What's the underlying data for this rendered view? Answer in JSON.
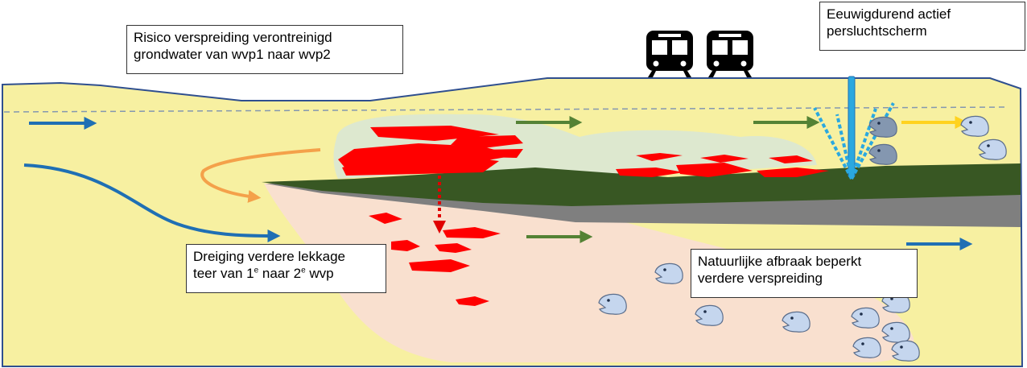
{
  "callouts": {
    "risk": {
      "line1": "Risico  verspreiding  verontreinigd",
      "line2": "grondwater van  wvp1  naar  wvp2"
    },
    "screen": {
      "line1": "Eeuwigdurend  actief",
      "line2": "persluchtscherm"
    },
    "leakage": {
      "line1": "Dreiging  verdere lekkage",
      "line2_a": "teer van  1",
      "sup1": "e",
      "line2_b": " naar 2",
      "sup2": "e",
      "line2_c": " wvp"
    },
    "degradation": {
      "line1": "Natuurlijke  afbraak beperkt",
      "line2": "verdere verspreiding"
    }
  },
  "icons": {
    "train": "train-icon",
    "fish": "fish-head-icon",
    "air_screen": "air-sparging-well-icon"
  },
  "colors": {
    "soil": "#f7f0a1",
    "plume_upper": "#dde8cf",
    "plume_lower": "#f9e0cf",
    "tar": "#ff0000",
    "clay_layer": "#385723",
    "gray_layer": "#7f7f7f",
    "flow_blue": "#1f6fb4",
    "flow_green": "#548235",
    "flow_orange": "#f4a14a",
    "flow_yellow": "#ffd21f",
    "air_well": "#2aa8e0",
    "fish_blue": "#c5d6ee",
    "fish_gray": "#8497b0"
  }
}
